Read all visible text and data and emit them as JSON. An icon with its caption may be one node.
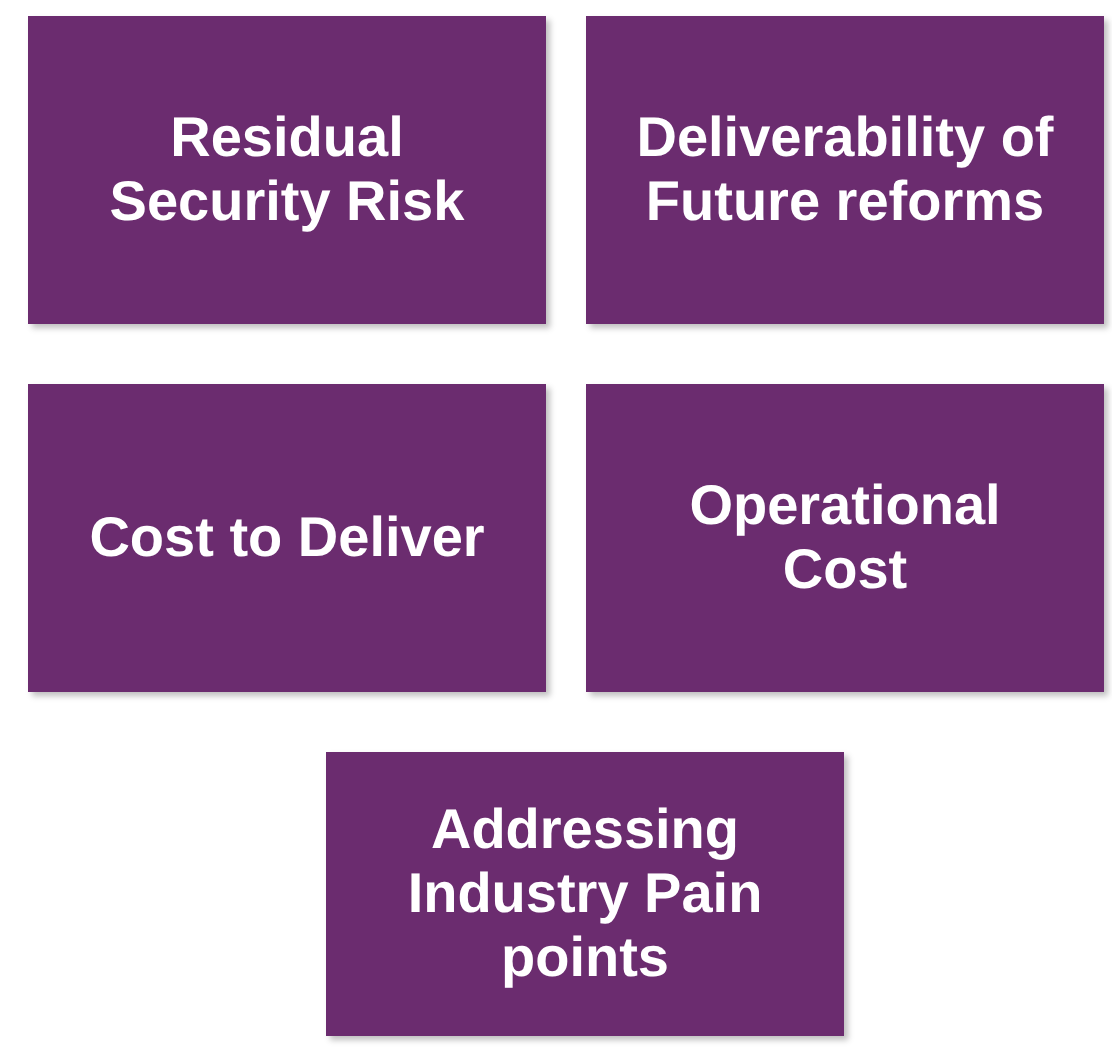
{
  "diagram": {
    "nodes": [
      {
        "text": [
          "Residual Security Risk"
        ]
      },
      {
        "text": [
          "Deliverability of Future reforms"
        ]
      },
      {
        "text": [
          "Cost to Deliver"
        ]
      },
      {
        "text": [
          "Operational Cost"
        ]
      },
      {
        "text": [
          "Addressing Industry Pain points"
        ]
      }
    ]
  }
}
